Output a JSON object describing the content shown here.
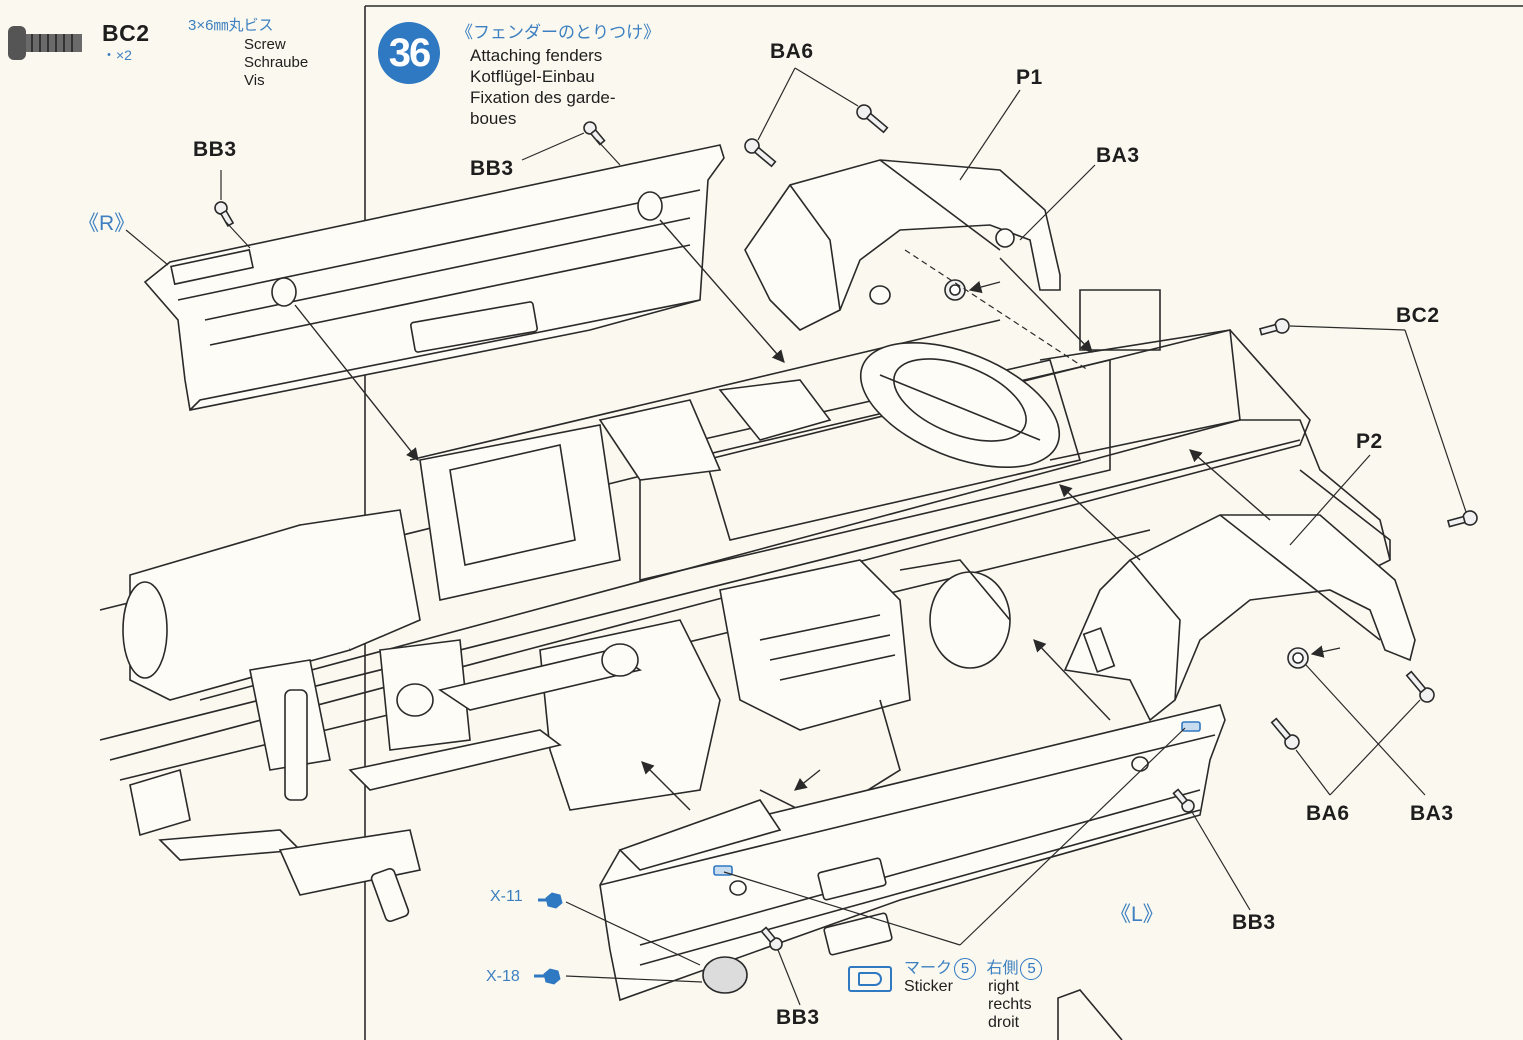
{
  "header": {
    "bc2_code": "BC2",
    "bc2_qty": "・×2",
    "bc2_jp": "3×6㎜丸ビス",
    "bc2_en": "Screw",
    "bc2_de": "Schraube",
    "bc2_fr": "Vis"
  },
  "step": {
    "number": "36",
    "title_jp": "《フェンダーのとりつけ》",
    "title_en": "Attaching fenders",
    "title_de": "Kotflügel-Einbau",
    "title_fr_1": "Fixation des garde-",
    "title_fr_2": "boues"
  },
  "labels": {
    "bb3_a": "BB3",
    "bb3_b": "BB3",
    "bb3_c": "BB3",
    "bb3_d": "BB3",
    "r_mark": "《R》",
    "l_mark": "《L》",
    "ba6_top": "BA6",
    "p1": "P1",
    "ba3_top": "BA3",
    "bc2_right": "BC2",
    "p2": "P2",
    "ba6_bottom": "BA6",
    "ba3_bottom": "BA3",
    "x11": "X-11",
    "x18": "X-18"
  },
  "sticker": {
    "mark_jp": "マーク",
    "mark_num": "5",
    "side_jp": "右側",
    "side_num": "5",
    "en": "Sticker",
    "right": "right",
    "rechts": "rechts",
    "droit": "droit"
  },
  "colors": {
    "accent_blue": "#2f78c2",
    "line": "#2a2a2a",
    "paper": "#fbf9ef"
  }
}
